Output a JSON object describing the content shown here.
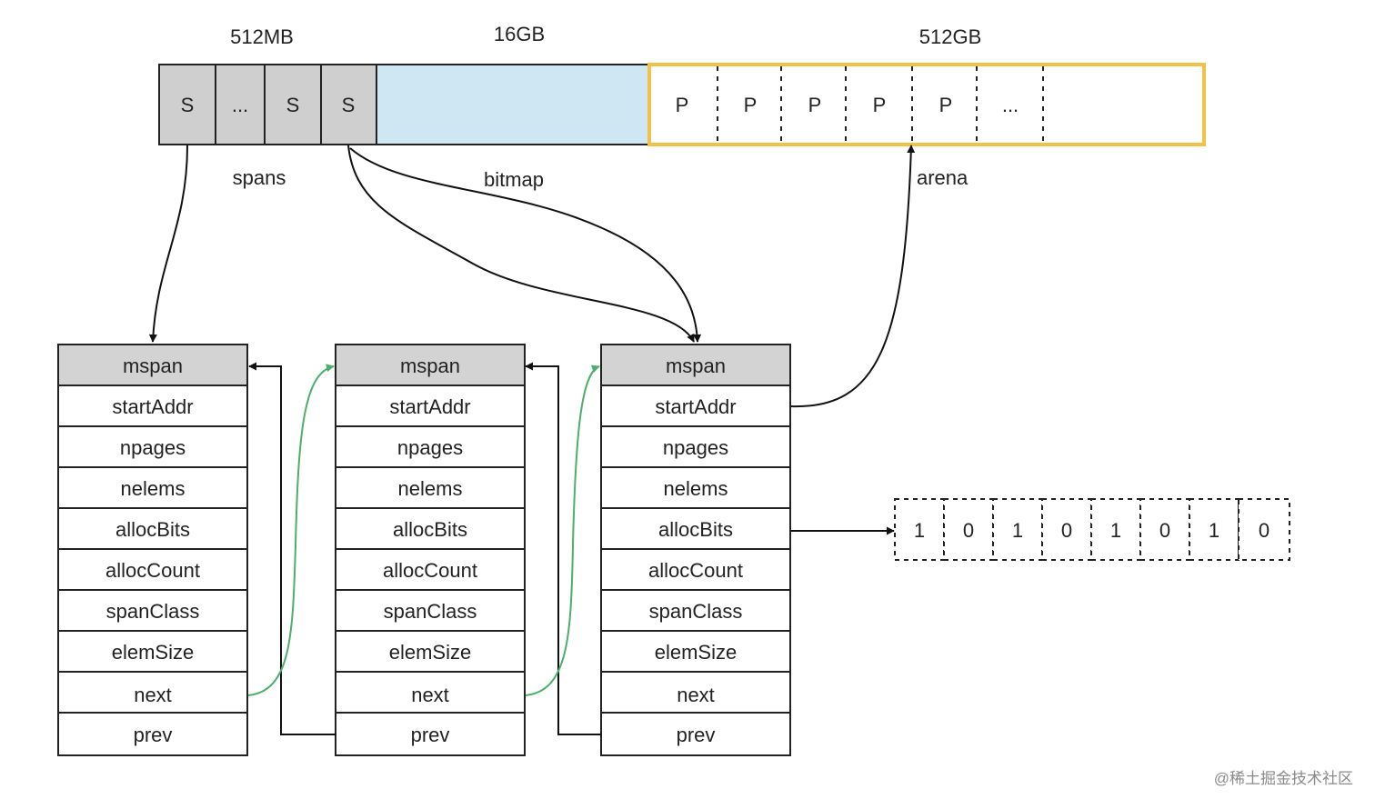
{
  "memory_layout": {
    "spans": {
      "size_label": "512MB",
      "name_label": "spans",
      "cells": [
        "S",
        "...",
        "S",
        "S"
      ],
      "fill": "#cfcfcf"
    },
    "bitmap": {
      "size_label": "16GB",
      "name_label": "bitmap",
      "fill": "#cfe6f3"
    },
    "arena": {
      "size_label": "512GB",
      "name_label": "arena",
      "cells": [
        "P",
        "P",
        "P",
        "P",
        "P",
        "..."
      ],
      "border_color": "#f0c24a"
    }
  },
  "mspans": [
    {
      "header": "mspan",
      "fields": [
        "startAddr",
        "npages",
        "nelems",
        "allocBits",
        "allocCount",
        "spanClass",
        "elemSize",
        "next",
        "prev"
      ]
    },
    {
      "header": "mspan",
      "fields": [
        "startAddr",
        "npages",
        "nelems",
        "allocBits",
        "allocCount",
        "spanClass",
        "elemSize",
        "next",
        "prev"
      ]
    },
    {
      "header": "mspan",
      "fields": [
        "startAddr",
        "npages",
        "nelems",
        "allocBits",
        "allocCount",
        "spanClass",
        "elemSize",
        "next",
        "prev"
      ]
    }
  ],
  "alloc_bits": [
    "1",
    "0",
    "1",
    "0",
    "1",
    "0",
    "1",
    "0"
  ],
  "colors": {
    "header_fill": "#d3d3d3",
    "next_arrow": "#4caf6a",
    "arrow": "#111111"
  },
  "watermark": "@稀土掘金技术社区"
}
